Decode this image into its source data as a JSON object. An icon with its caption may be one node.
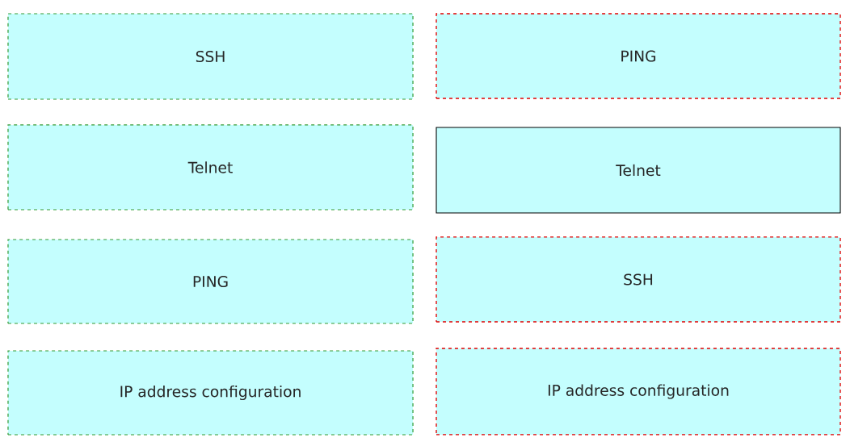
{
  "diagram": {
    "nodes": [
      {
        "text": [
          "SSH"
        ]
      },
      {
        "text": [
          "PING"
        ]
      },
      {
        "text": [
          "Telnet"
        ]
      },
      {
        "text": [
          "Telnet"
        ]
      },
      {
        "text": [
          "PING"
        ]
      },
      {
        "text": [
          "SSH"
        ]
      },
      {
        "text": [
          "IP address configuration"
        ]
      },
      {
        "text": [
          "IP address configuration"
        ]
      }
    ]
  }
}
